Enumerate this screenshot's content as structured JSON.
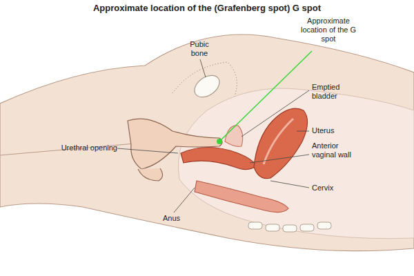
{
  "diagram": {
    "title": "Approximate location of the (Grafenberg spot) G spot",
    "labels": [
      "Pubic bone",
      "Approximate location of the G spot",
      "Emptied bladder",
      "Uterus",
      "Anterior vaginal wall",
      "Cervix",
      "Urethral opening",
      "Anus"
    ]
  }
}
